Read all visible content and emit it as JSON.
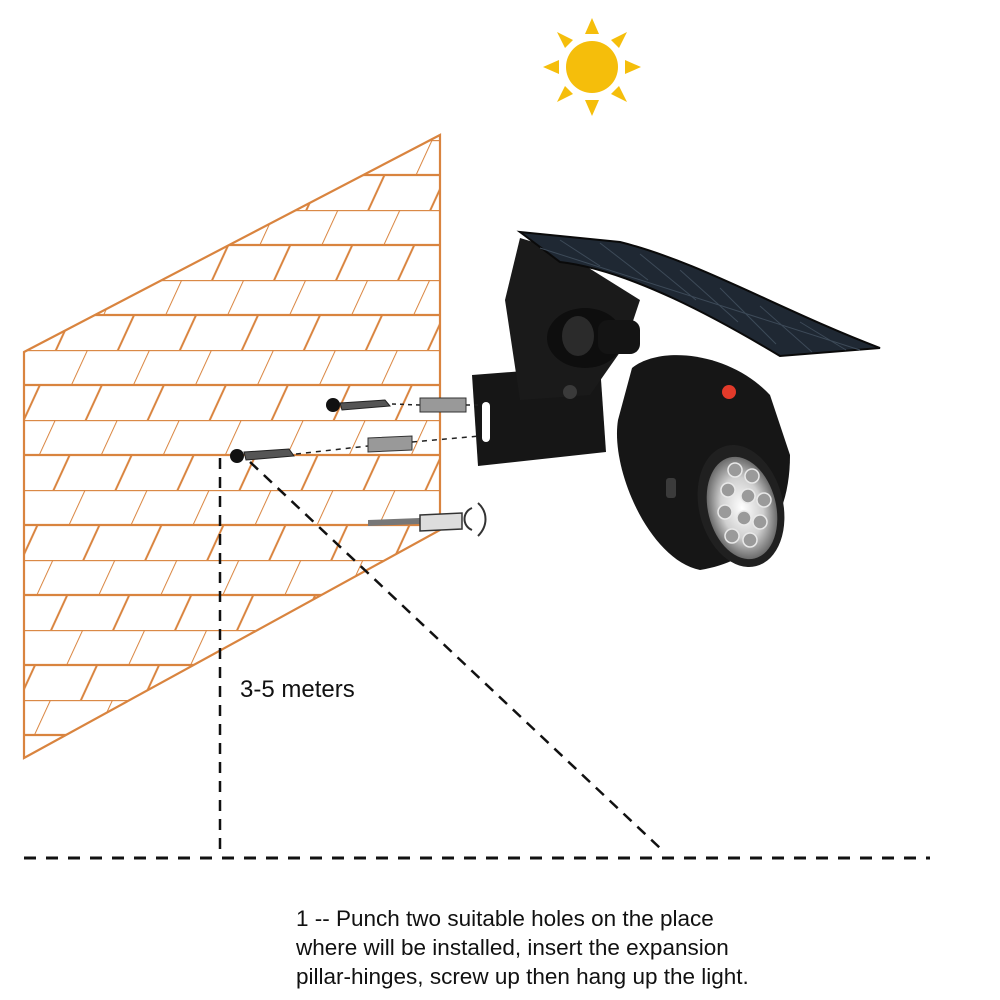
{
  "colors": {
    "brick": "#d9843f",
    "sun": "#f5be0b",
    "fixture_body": "#151515",
    "solar_panel": "#1d2630",
    "indicator": "#e23a2a",
    "dashes": "#111111"
  },
  "icons": {
    "sun": "sun-icon",
    "wall": "brick-wall",
    "light": "solar-spotlight",
    "screwdriver": "screwdriver-icon"
  },
  "diagram": {
    "height_label": "3-5 meters",
    "instructions": [
      "1 -- Punch two suitable holes on the place",
      "where will be installed, insert the expansion",
      "pillar-hinges, screw up then hang up the light."
    ]
  }
}
